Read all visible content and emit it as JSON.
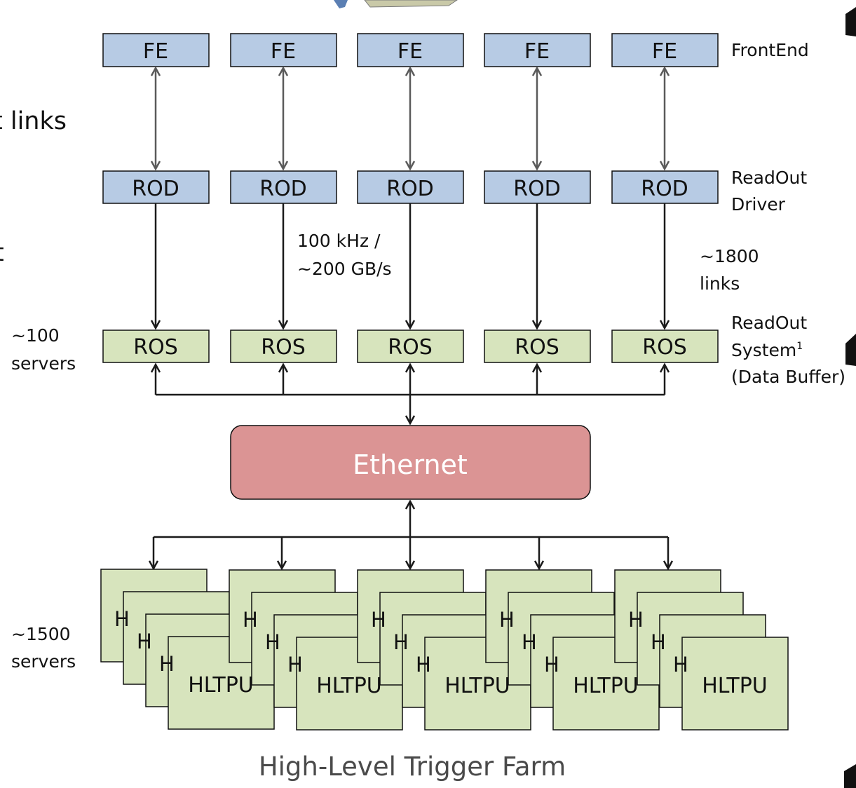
{
  "fe_row": {
    "labels": [
      "FE",
      "FE",
      "FE",
      "FE",
      "FE"
    ],
    "side_label": "FrontEnd"
  },
  "rod_row": {
    "labels": [
      "ROD",
      "ROD",
      "ROD",
      "ROD",
      "ROD"
    ],
    "side_label_line1": "ReadOut",
    "side_label_line2": "Driver"
  },
  "rate_annotation": {
    "line1": "100 kHz /",
    "line2": "~200 GB/s"
  },
  "links_annotation": {
    "line1": "~1800",
    "line2": "links"
  },
  "ros_row": {
    "labels": [
      "ROS",
      "ROS",
      "ROS",
      "ROS",
      "ROS"
    ],
    "count_line1": "~100",
    "count_line2": "servers",
    "side_label_line1": "ReadOut",
    "side_label_line2": "System",
    "side_label_sup": "1",
    "side_label_line3": "(Data Buffer)"
  },
  "network": {
    "label": "Ethernet",
    "color": "#db9494"
  },
  "hltpu": {
    "front_label": "HLTPU",
    "peek_letter": "H",
    "count_line1": "~1500",
    "count_line2": "servers",
    "farm_title": "High-Level Trigger Farm"
  },
  "cutoff_text": {
    "links": "t links",
    "single": "t"
  },
  "colors": {
    "fe_rod": "#b7cbe4",
    "ros_hltpu": "#d7e4bd"
  }
}
